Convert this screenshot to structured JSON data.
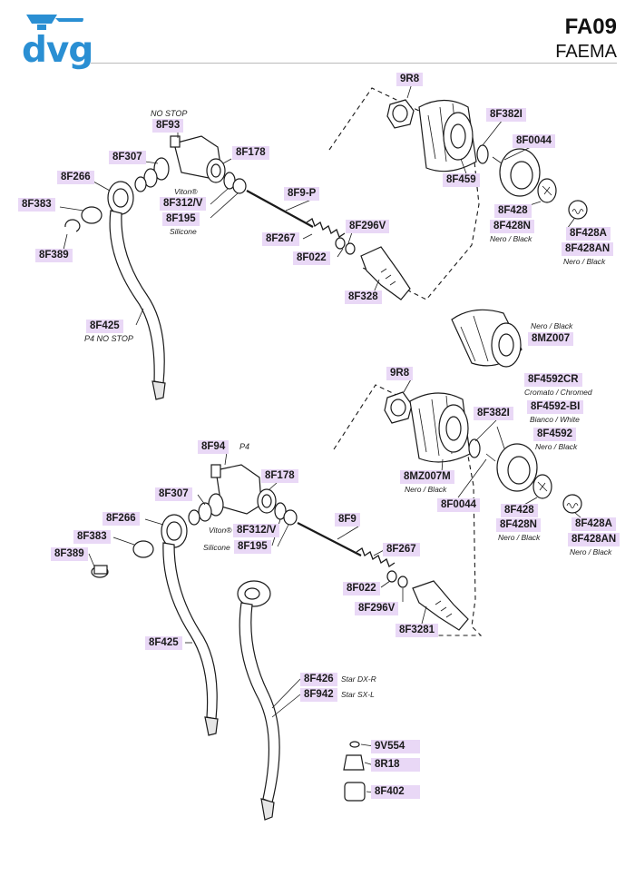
{
  "header": {
    "logo_text": "dvg",
    "model_code": "FA09",
    "brand": "FAEMA",
    "colors": {
      "logo": "#2a8fd3",
      "label_bg": "#e9d8f6"
    }
  },
  "upper_assembly": {
    "labels": {
      "nut": "9R8",
      "knob_ring": "8F382I",
      "clip": "8F0044",
      "cover": "8F459",
      "tip": "8F428",
      "tip_black": "8F428N",
      "tip_black_note": "Nero / Black",
      "badge": "8F428A",
      "badge_black": "8F428AN",
      "badge_black_note": "Nero / Black",
      "no_stop_note": "NO STOP",
      "valve_body": "8F93",
      "washer": "8F307",
      "ring": "8F266",
      "ring_seal": "8F383",
      "seal_viton_note": "Viton®",
      "seal_viton": "8F312/V",
      "seal_silicone": "8F195",
      "seal_silicone_note": "Silicone",
      "gasket": "8F178",
      "stem": "8F9-P",
      "spring": "8F267",
      "oring": "8F296V",
      "seal_small": "8F022",
      "snap_ring": "8F389",
      "fitting": "8F328",
      "tube": "8F425",
      "tube_note": "P4 NO STOP"
    }
  },
  "knob_alt": {
    "note": "Nero / Black",
    "code": "8MZ007"
  },
  "lower_assembly": {
    "labels": {
      "nut": "9R8",
      "cover_chromed": "8F4592CR",
      "cover_chromed_note": "Cromato / Chromed",
      "cover_white": "8F4592-BI",
      "cover_white_note": "Bianco / White",
      "cover_black": "8F4592",
      "cover_black_note": "Nero / Black",
      "knob_ring": "8F382I",
      "knob_body": "8MZ007M",
      "knob_body_note": "Nero / Black",
      "clip": "8F0044",
      "tip": "8F428",
      "tip_black": "8F428N",
      "tip_black_note": "Nero / Black",
      "badge": "8F428A",
      "badge_black": "8F428AN",
      "badge_black_note": "Nero / Black",
      "valve_body": "8F94",
      "p4_note": "P4",
      "gasket": "8F178",
      "washer": "8F307",
      "seal_viton_note": "Viton®",
      "seal_viton": "8F312/V",
      "seal_silicone_note": "Silicone",
      "seal_silicone": "8F195",
      "stem": "8F9",
      "ring": "8F266",
      "ring_seal": "8F383",
      "snap_ring": "8F389",
      "spring": "8F267",
      "seal_small": "8F022",
      "oring": "8F296V",
      "fitting": "8F3281",
      "tube": "8F425",
      "tube_star_dx": "8F426",
      "tube_star_dx_note": "Star DX-R",
      "tube_star_sx": "8F942",
      "tube_star_sx_note": "Star SX-L"
    }
  },
  "loose_parts": {
    "oring": "9V554",
    "nozzle": "8R18",
    "sleeve": "8F402"
  }
}
